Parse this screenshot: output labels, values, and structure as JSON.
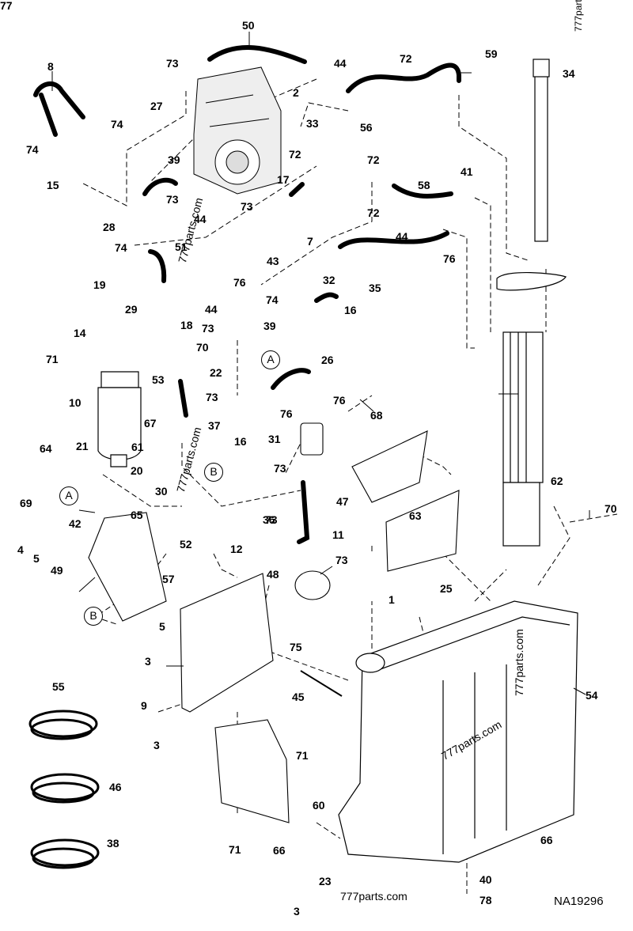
{
  "diagram": {
    "code": "NA19296",
    "watermarks": [
      "777parts.com",
      "777parts.com",
      "777parts.com",
      "777parts.com",
      "777parts.com",
      "777parts.com"
    ],
    "callout_markers": [
      "A",
      "B",
      "A",
      "B"
    ],
    "part_labels": [
      "50",
      "73",
      "44",
      "2",
      "8",
      "27",
      "74",
      "74",
      "15",
      "39",
      "73",
      "44",
      "28",
      "74",
      "51",
      "19",
      "29",
      "14",
      "18",
      "71",
      "10",
      "67",
      "72",
      "59",
      "34",
      "33",
      "56",
      "72",
      "72",
      "17",
      "58",
      "41",
      "73",
      "72",
      "44",
      "7",
      "76",
      "43",
      "32",
      "76",
      "74",
      "35",
      "44",
      "16",
      "39",
      "73",
      "70",
      "22",
      "26",
      "53",
      "73",
      "37",
      "76",
      "16",
      "76",
      "73",
      "68",
      "31",
      "21",
      "64",
      "61",
      "20",
      "30",
      "73",
      "47",
      "62",
      "69",
      "42",
      "4",
      "5",
      "49",
      "52",
      "65",
      "70",
      "11",
      "36",
      "73",
      "12",
      "63",
      "48",
      "1",
      "25",
      "57",
      "5",
      "75",
      "3",
      "45",
      "54",
      "55",
      "9",
      "3",
      "71",
      "46",
      "38",
      "60",
      "71",
      "66",
      "66",
      "23",
      "3",
      "40",
      "78",
      "77"
    ],
    "footer_watermark": "777parts.com"
  }
}
